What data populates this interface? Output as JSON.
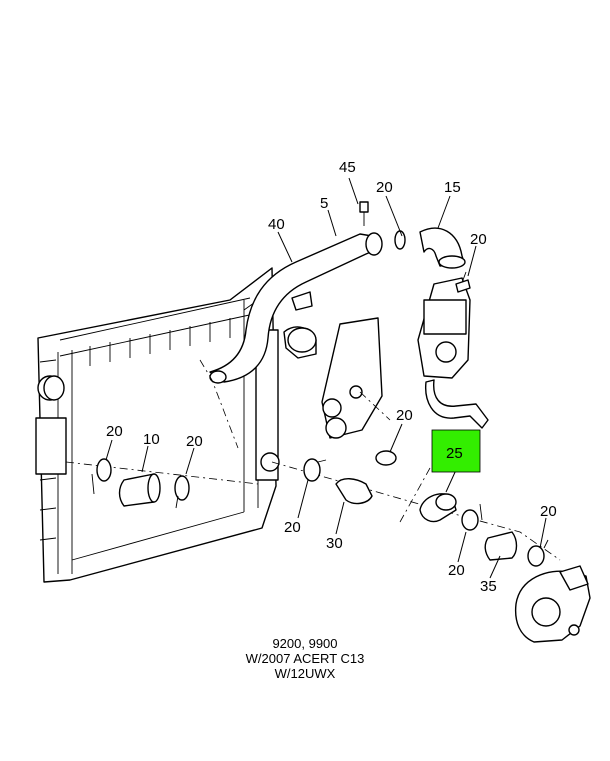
{
  "callouts": {
    "c45": "45",
    "c20_top": "20",
    "c15": "15",
    "c5": "5",
    "c40": "40",
    "c20_right_top": "20",
    "c20_mid": "20",
    "c20_left_a": "20",
    "c10": "10",
    "c20_left_b": "20",
    "c25": "25",
    "c20_center": "20",
    "c30": "30",
    "c20_bottom": "20",
    "c35": "35",
    "c20_far_right": "20"
  },
  "caption": {
    "line1": "9200, 9900",
    "line2": "W/2007 ACERT C13",
    "line3": "W/12UWX"
  },
  "colors": {
    "highlight": "#33ee00",
    "line": "#000000"
  }
}
